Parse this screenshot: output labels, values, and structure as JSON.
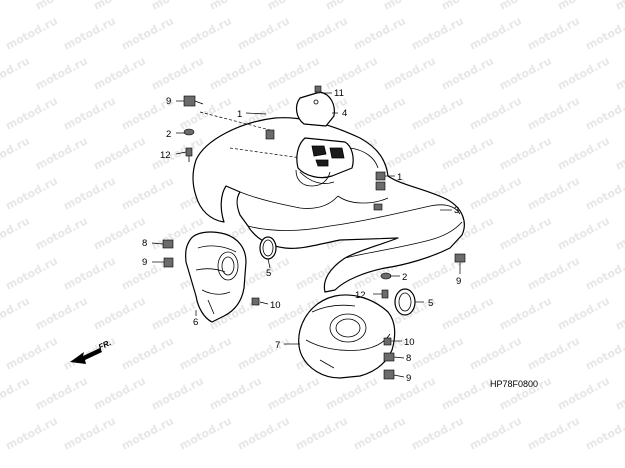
{
  "watermark": "motod.ru",
  "diagram_code": "HP78F0800",
  "front_marker": "FR.",
  "callouts": [
    "1",
    "2",
    "3",
    "4",
    "5",
    "6",
    "7",
    "8",
    "9",
    "10",
    "11",
    "12"
  ]
}
